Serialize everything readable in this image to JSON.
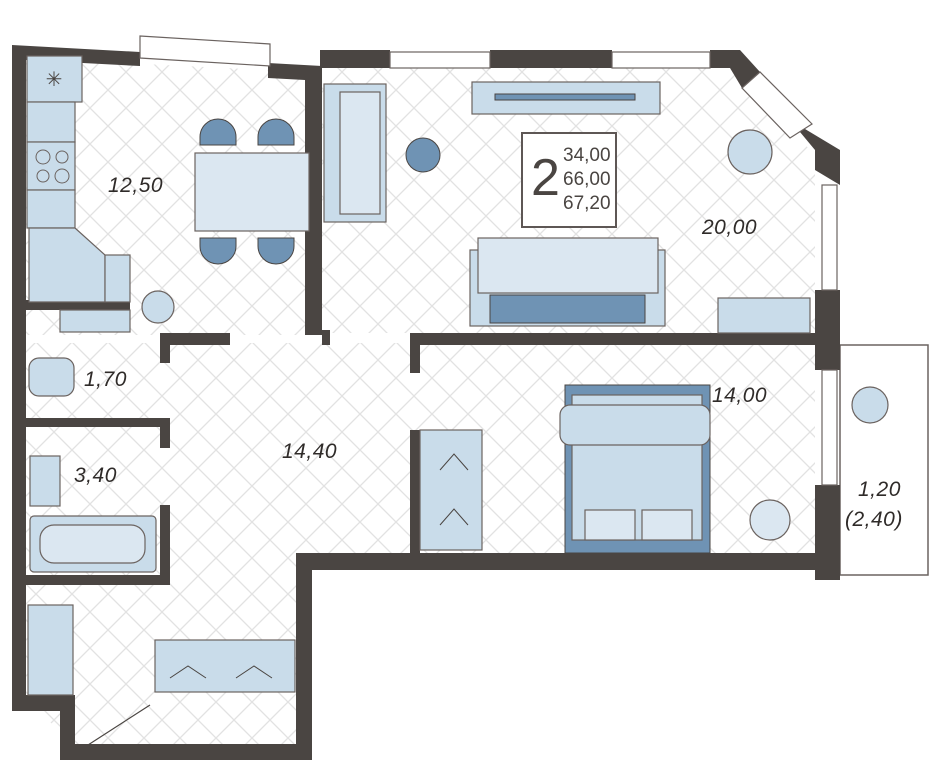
{
  "plan": {
    "rooms_count": "2",
    "area_living": "34,00",
    "area_total": "66,00",
    "area_with_balcony": "67,20",
    "rooms": [
      {
        "name": "kitchen",
        "area": "12,50"
      },
      {
        "name": "living-room",
        "area": "20,00"
      },
      {
        "name": "toilet",
        "area": "1,70"
      },
      {
        "name": "bathroom",
        "area": "3,40"
      },
      {
        "name": "hallway",
        "area": "14,40"
      },
      {
        "name": "bedroom",
        "area": "14,00"
      },
      {
        "name": "balcony",
        "area": "1,20",
        "area_full": "(2,40)"
      }
    ]
  },
  "colors": {
    "wall": "#4a4542",
    "furniture": "#c9dcea",
    "accent": "#6f93b4"
  }
}
